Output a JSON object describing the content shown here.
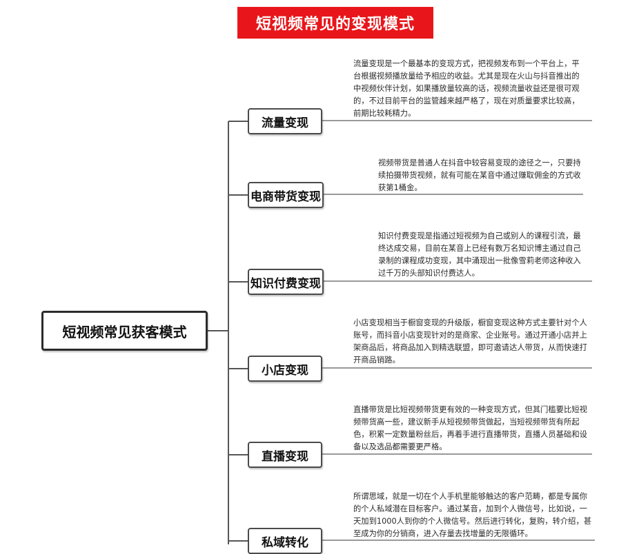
{
  "title": "短视频常见的变现模式",
  "root": {
    "label": "短视频常见获客模式"
  },
  "branches": [
    {
      "label": "流量变现",
      "description": "流量变现是一个最基本的变现方式，把视频发布到一个平台上，平台根据视频播放量给予相应的收益。尤其是现在火山与抖音推出的中视频伙伴计划，如果播放量较高的话，视频流量收益还是很可观的，不过目前平台的监管越来越严格了，现在对质量要求比较高，前期比较耗精力。"
    },
    {
      "label": "电商带货变现",
      "description": "视频带货是普通人在抖音中较容易变现的途径之一，只要持续拍摄带货视频，就有可能在某音中通过赚取佣金的方式收获第1桶金。"
    },
    {
      "label": "知识付费变现",
      "description": "知识付费变现是指通过短视频为自己或别人的课程引流，最终达成交易，目前在某音上已经有数万名知识博主通过自己录制的课程成功变现，其中涌现出一批像雪莉老师这种收入过千万的头部知识付费达人。"
    },
    {
      "label": "小店变现",
      "description": "小店变现相当于橱窗变现的升级版，橱窗变现这种方式主要针对个人账号，而抖音小店变现针对的是商家、企业账号。通过开通小店并上架商品后，将商品加入到精选联盟，即可邀请达人带货，从而快速打开商品销路。"
    },
    {
      "label": "直播变现",
      "description": "直播带货是比短视频带货更有效的一种变现方式，但其门槛要比短视频带货高一些，建议新手从短视频带货做起，当短视频带货有所起色，积累一定数量粉丝后，再着手进行直播带货，直播人员基础和设备以及选品都需要更严格。"
    },
    {
      "label": "私域转化",
      "description": "所谓思域，就是一切在个人手机里能够触达的客户范畴，都是专属你的个人私域潜在目标客户。通过某音，加到个人微信号，比如说，一天加到1000人到你的个人微信号。然后进行转化，复购，转介绍，甚至成为你的分销商，进入存量去找增量的无限循环。"
    }
  ]
}
